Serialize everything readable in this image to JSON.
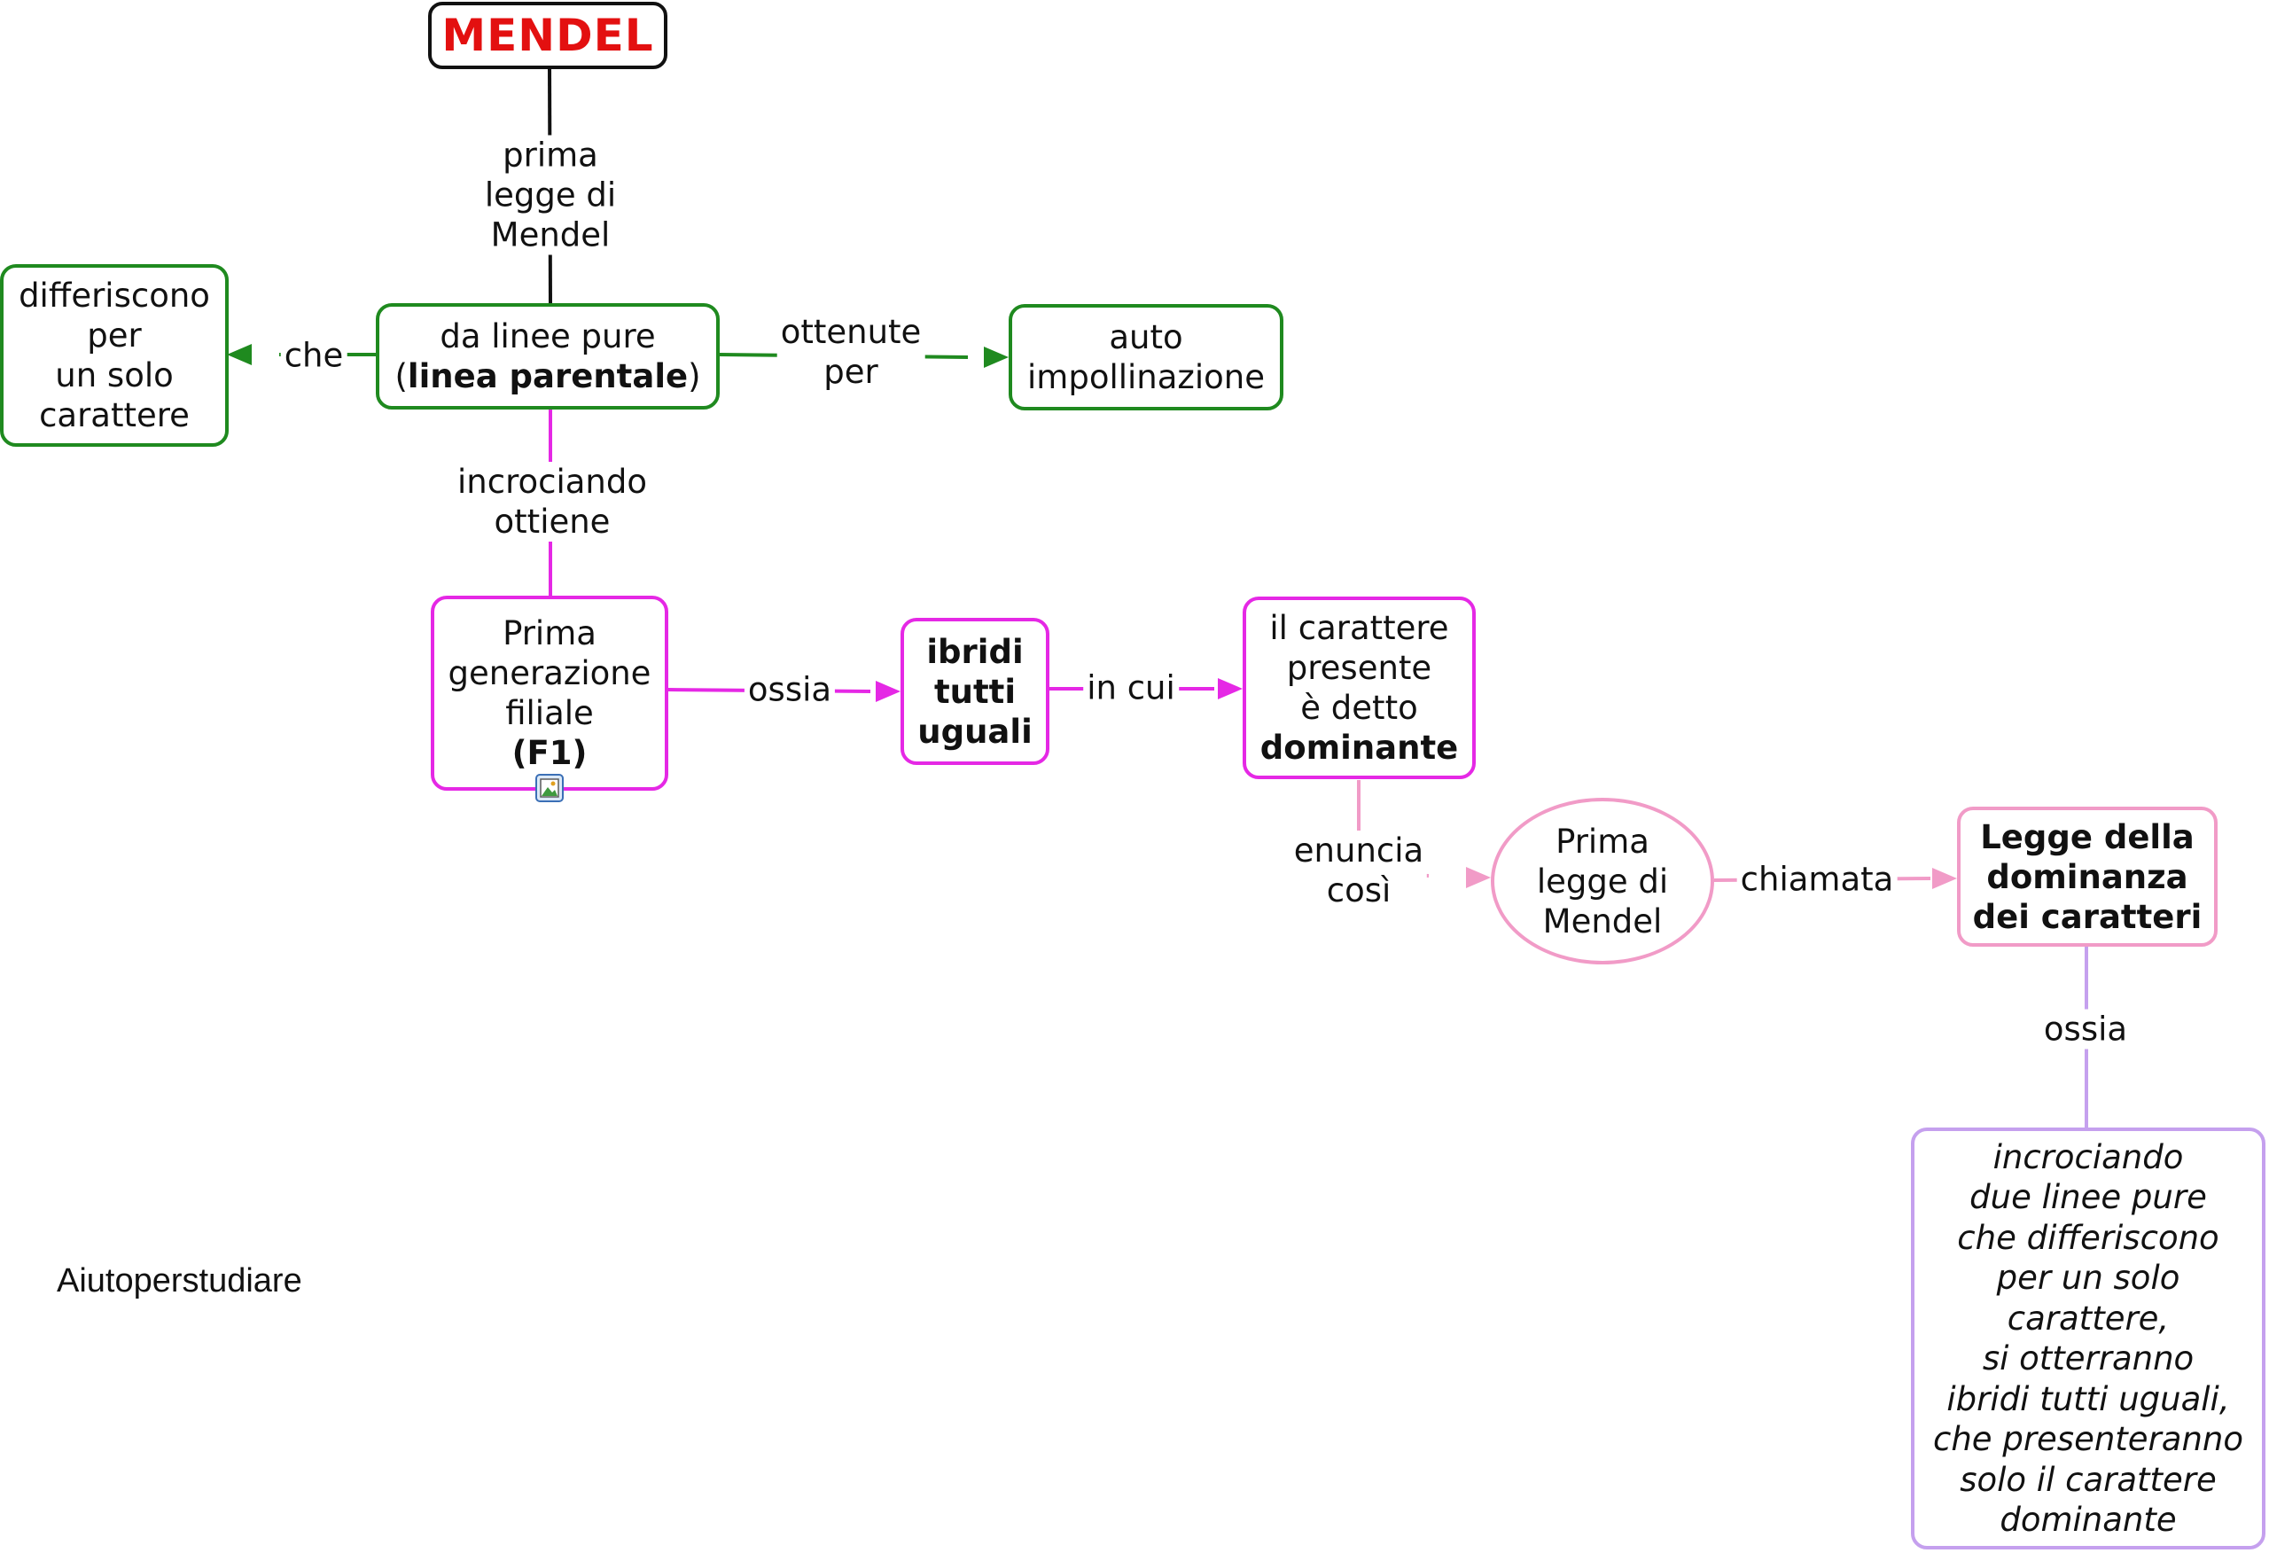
{
  "title": "MENDEL",
  "nodes": {
    "mendel": "MENDEL",
    "linee_pure": {
      "line1": "da linee pure",
      "line2_open": "(",
      "line2_bold": "linea parentale",
      "line2_close": ")"
    },
    "differiscono": [
      "differiscono",
      "per",
      "un solo",
      "carattere"
    ],
    "auto": [
      "auto",
      "impollinazione"
    ],
    "f1": [
      "Prima",
      "generazione",
      "filiale",
      "(F1)"
    ],
    "ibridi": [
      "ibridi",
      "tutti",
      "uguali"
    ],
    "carattere": [
      "il carattere",
      "presente",
      "è detto",
      "dominante"
    ],
    "prima_legge": [
      "Prima",
      "legge di",
      "Mendel"
    ],
    "legge_dominanza": [
      "Legge della",
      "dominanza",
      "dei caratteri"
    ],
    "enunciato": [
      "incrociando",
      "due linee pure",
      "che differiscono",
      "per un solo",
      "carattere,",
      "si otterranno",
      "ibridi tutti uguali,",
      "che presenteranno",
      "solo il carattere",
      "dominante"
    ]
  },
  "links": {
    "prima_legge": [
      "prima",
      "legge di",
      "Mendel"
    ],
    "che": "che",
    "ottenute": [
      "ottenute",
      "per"
    ],
    "incrociando": [
      "incrociando",
      "ottiene"
    ],
    "ossia1": "ossia",
    "in_cui": "in cui",
    "enuncia": [
      "enuncia",
      "così"
    ],
    "chiamata": "chiamata",
    "ossia2": "ossia"
  },
  "watermark": "Aiutoperstudiare",
  "colors": {
    "green": "#1f8a1f",
    "magenta": "#e528e5",
    "pink": "#f19bc7",
    "purple": "#c5a0ee",
    "title_red": "#e31010"
  },
  "icons": {
    "f1_attachment": "image-icon"
  }
}
